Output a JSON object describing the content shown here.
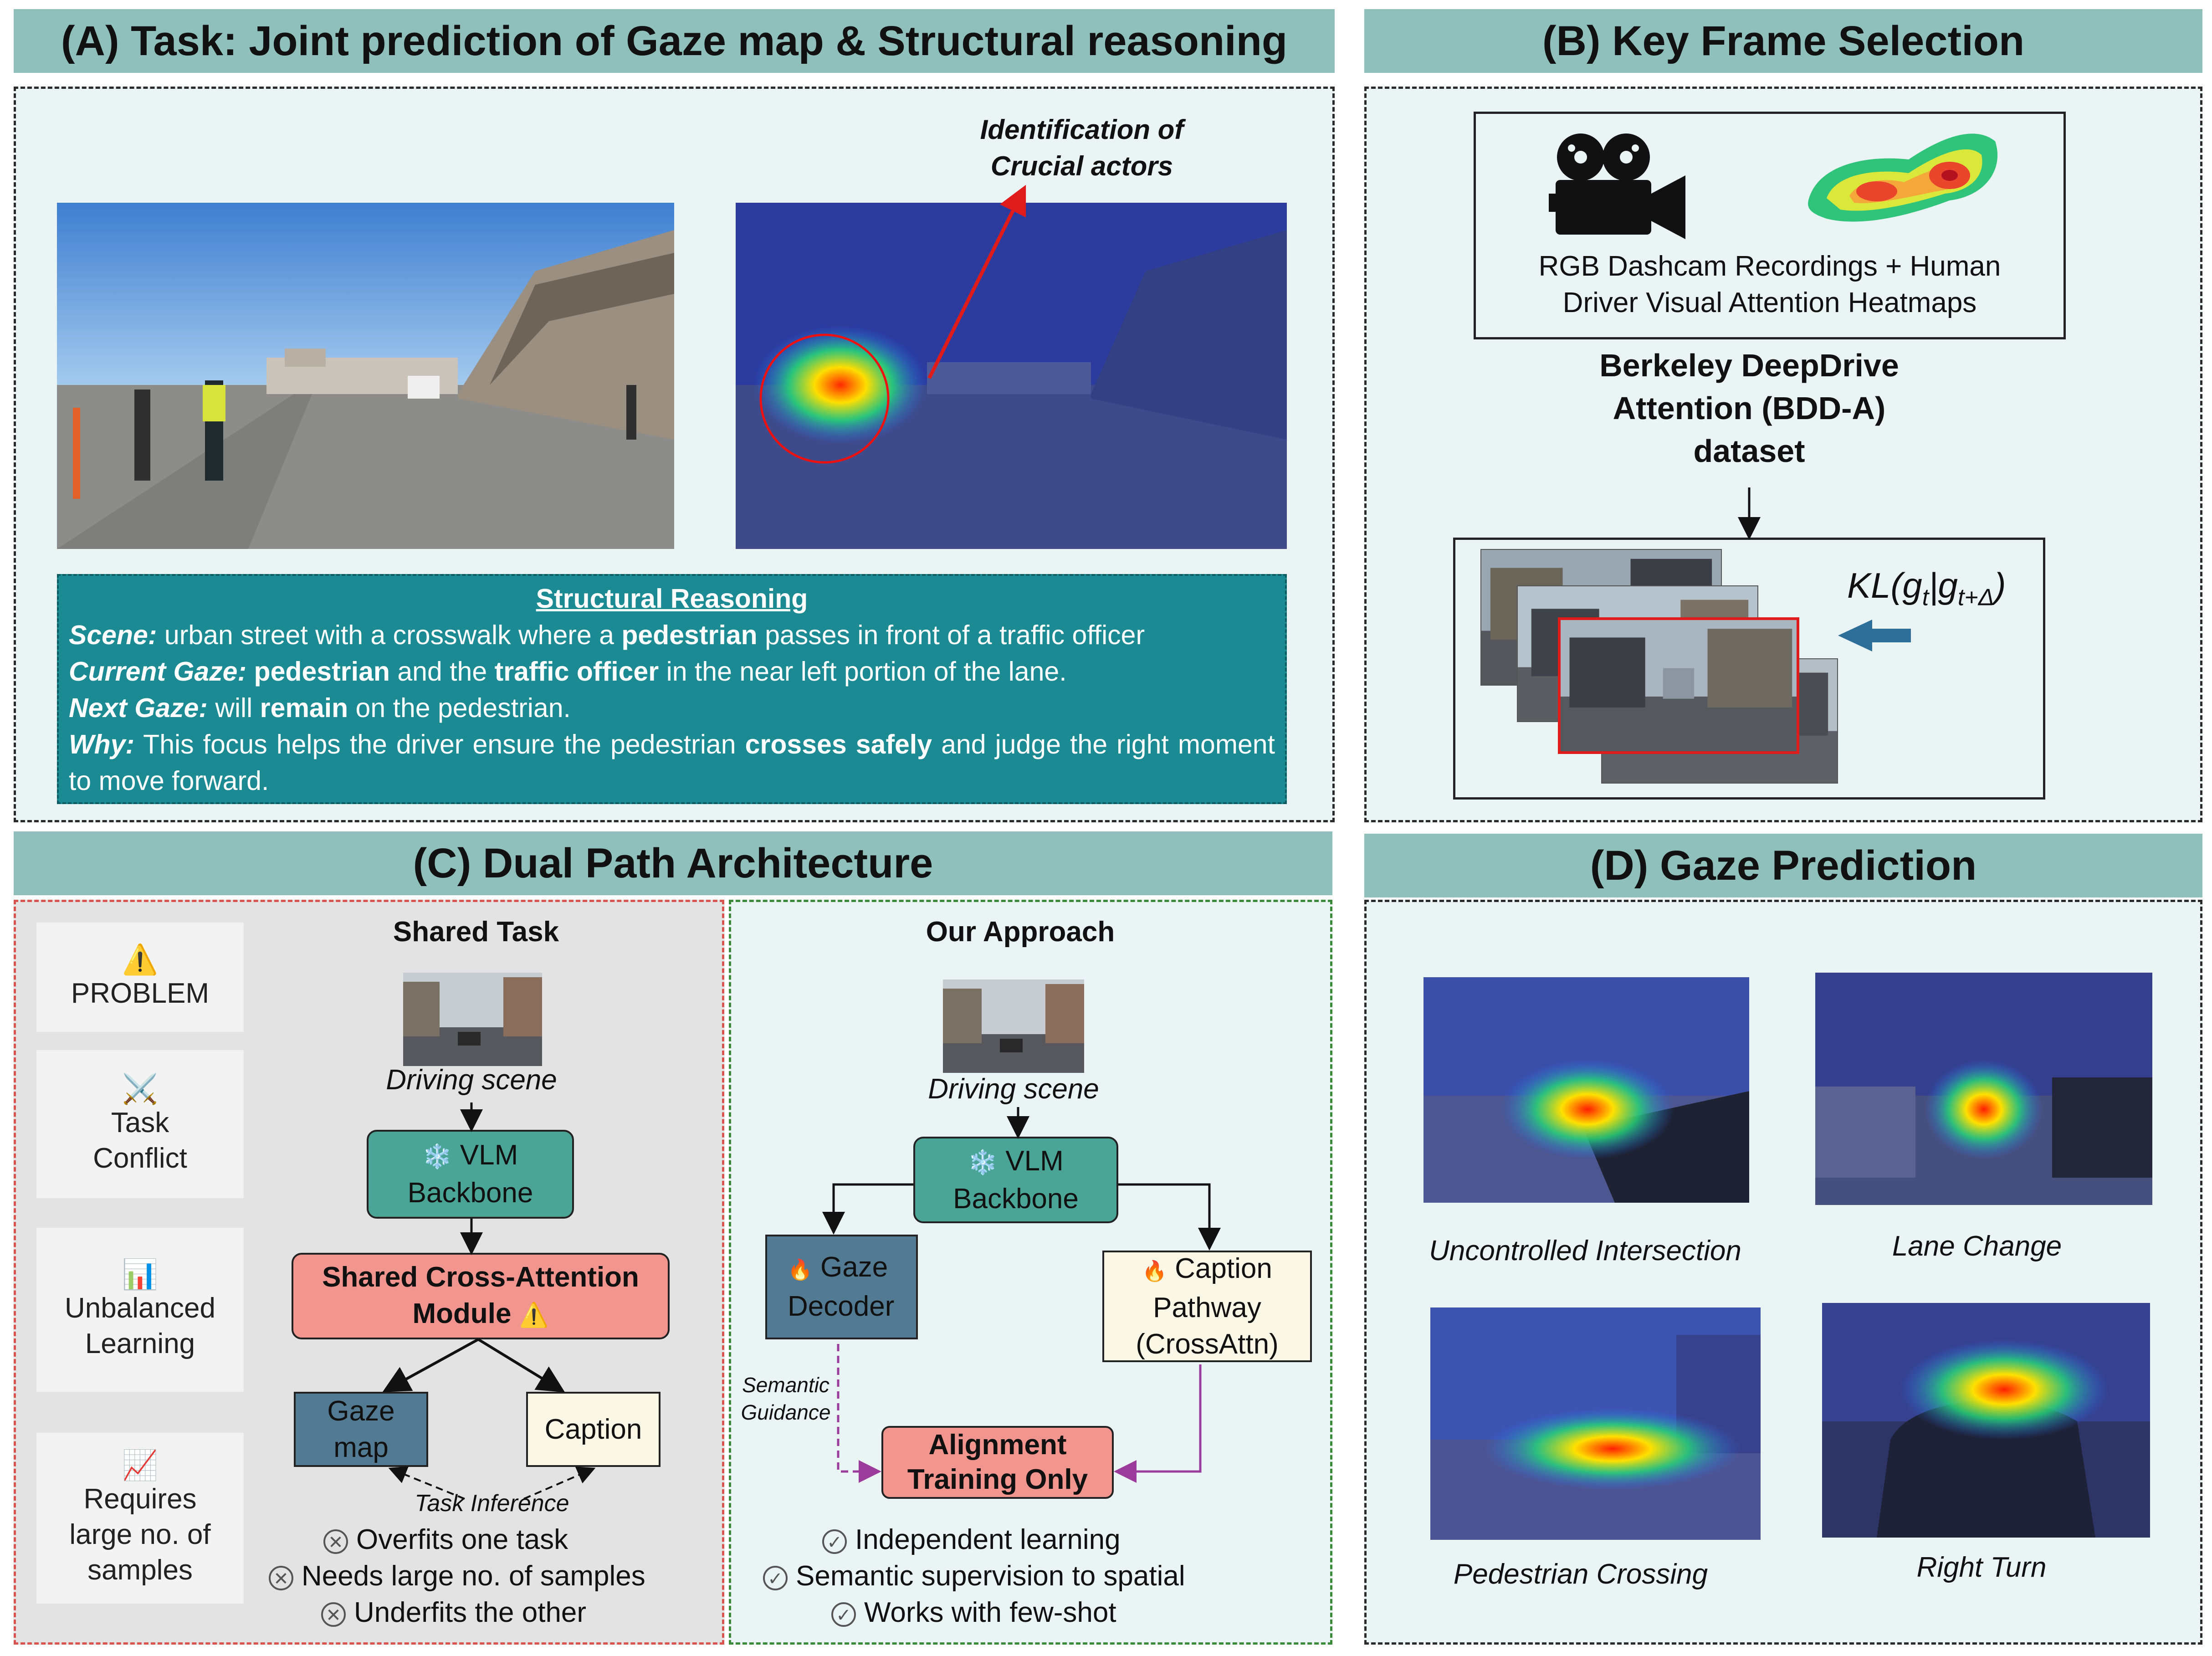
{
  "panels": {
    "a": {
      "title": "(A) Task: Joint prediction of Gaze map & Structural reasoning"
    },
    "b": {
      "title": "(B) Key Frame Selection"
    },
    "c": {
      "title": "(C) Dual Path Architecture"
    },
    "d": {
      "title": "(D) Gaze Prediction"
    }
  },
  "task": {
    "annotation_line1": "Identification of",
    "annotation_line2": "Crucial actors",
    "structural_reasoning": {
      "title": "Structural Reasoning",
      "scene_label": "Scene:",
      "scene_text_1": " urban street with a crosswalk where a ",
      "scene_bold": "pedestrian",
      "scene_text_2": " passes in front of a traffic officer",
      "current_label": "Current Gaze:",
      "current_bold_1": "pedestrian",
      "current_text_1": " and the ",
      "current_bold_2": "traffic officer",
      "current_text_2": " in the near left portion of the lane.",
      "next_label": "Next Gaze:",
      "next_text_1": " will ",
      "next_bold": "remain",
      "next_text_2": " on the pedestrian.",
      "why_label": "Why:",
      "why_text_1": " This focus helps the driver ensure the pedestrian ",
      "why_bold": "crosses safely",
      "why_text_2": " and judge the right moment to move forward."
    }
  },
  "key_frame": {
    "source_line1": "RGB Dashcam Recordings + Human",
    "source_line2": "Driver Visual Attention Heatmaps",
    "dataset_line1": "Berkeley DeepDrive",
    "dataset_line2": "Attention (BDD-A)",
    "dataset_line3": "dataset",
    "kl_formula": "KL(g",
    "kl_sub1": "t",
    "kl_mid": "|g",
    "kl_sub2": "t+Δ",
    "kl_end": ")",
    "icons": [
      "camera-icon",
      "heatmap-icon",
      "arrow-left-icon"
    ]
  },
  "architecture": {
    "problems": [
      {
        "icon": "⚠️",
        "label": "PROBLEM"
      },
      {
        "icon": "⚔️",
        "label": "Task Conflict"
      },
      {
        "icon": "📊",
        "label": "Unbalanced Learning"
      },
      {
        "icon": "📈",
        "label": "Requires large no. of samples"
      }
    ],
    "shared": {
      "title": "Shared Task",
      "scene_label": "Driving scene",
      "vlm_icon": "❄️",
      "vlm_line1": "VLM",
      "vlm_line2": "Backbone",
      "module_line1": "Shared Cross-Attention",
      "module_line2": "Module",
      "module_icon": "⚠️",
      "gaze_line1": "Gaze",
      "gaze_line2": "map",
      "caption": "Caption",
      "inference_label": "Task Inference",
      "bullets": [
        "Overfits one task",
        "Needs large no. of samples",
        "Underfits the other"
      ],
      "bullet_icon": "✕"
    },
    "ours": {
      "title": "Our Approach",
      "scene_label": "Driving scene",
      "vlm_icon": "❄️",
      "vlm_line1": "VLM",
      "vlm_line2": "Backbone",
      "fire_icon": "🔥",
      "gaze_line1": "Gaze",
      "gaze_line2": "Decoder",
      "caption_line1": "Caption",
      "caption_line2": "Pathway",
      "caption_line3": "(CrossAttn)",
      "guidance_line1": "Semantic",
      "guidance_line2": "Guidance",
      "align_line1": "Alignment",
      "align_line2": "Training Only",
      "bullets": [
        "Independent learning",
        "Semantic supervision to spatial",
        "Works with few-shot"
      ],
      "bullet_icon": "✓"
    }
  },
  "gaze_prediction": {
    "labels": [
      "Uncontrolled Intersection",
      "Lane Change",
      "Pedestrian Crossing",
      "Right Turn"
    ]
  },
  "colors": {
    "header": "#8fc0bb",
    "panel_bg": "#eaf4f5",
    "reasoning_bg": "#1b8a93",
    "vlm": "#4ba597",
    "module": "#f2958f",
    "gaze_box": "#527a92",
    "caption_box": "#fbf7e6"
  }
}
